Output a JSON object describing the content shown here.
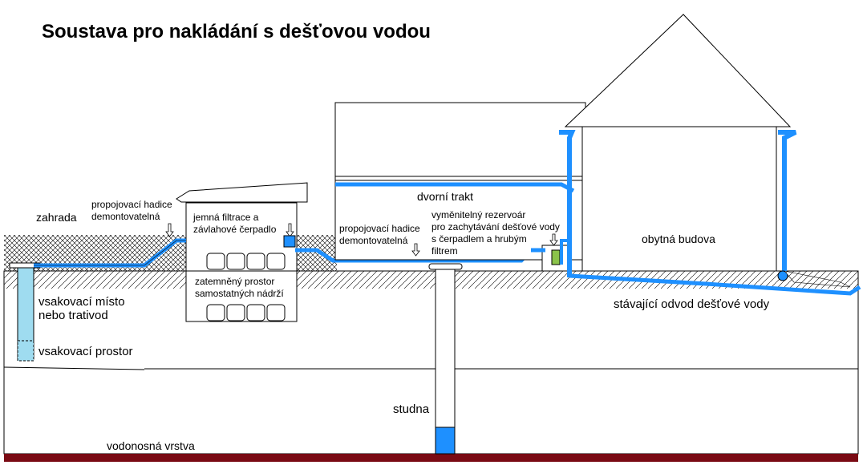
{
  "title": "Soustava pro nakládání s dešťovou vodou",
  "labels": {
    "zahrada": "zahrada",
    "hose_left_1": "propojovací hadice",
    "hose_left_2": "demontovatelná",
    "filter_1": "jemná filtrace a",
    "filter_2": "závlahové čerpadlo",
    "tanks_1": "zatemněný prostor",
    "tanks_2": "samostatných nádrží",
    "infiltration_1": "vsakovací místo",
    "infiltration_2": "nebo trativod",
    "infiltration_space": "vsakovací prostor",
    "courtyard": "dvorní trakt",
    "hose_right_1": "propojovací hadice",
    "hose_right_2": "demontovatelná",
    "reservoir_1": "vyměnitelný rezervoár",
    "reservoir_2": "pro zachytávání dešťové vody",
    "reservoir_3": "s čerpadlem a hrubým",
    "reservoir_4": "filtrem",
    "building": "obytná budova",
    "drain": "stávající odvod dešťové vody",
    "well": "studna",
    "aquifer": "vodonosná vrstva"
  },
  "colors": {
    "water": "#1e90ff",
    "water_light": "#9fdcf0",
    "aquifer": "#7a0a14",
    "outline": "#000000",
    "reservoir": "#8bc34a"
  },
  "icons": [
    "down-arrow-icon"
  ]
}
